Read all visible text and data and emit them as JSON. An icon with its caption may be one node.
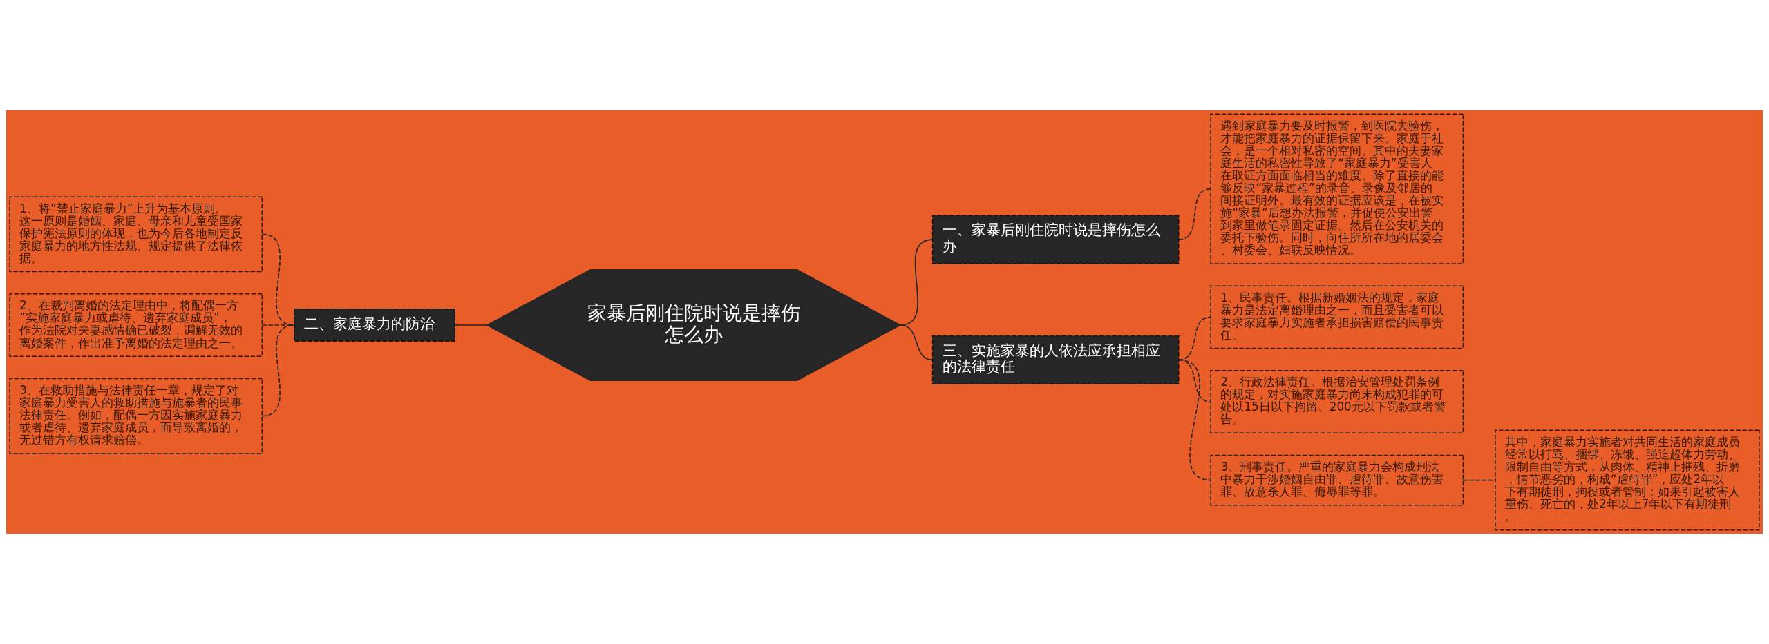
{
  "diagram": {
    "nodes": [
      {
        "text": [
          "家暴后刚住院时说是摔伤怎么办"
        ]
      },
      {
        "text": [
          "一、家暴后刚住院时说是摔伤怎么办"
        ]
      },
      {
        "text": [
          "遇到家庭暴力要及时报警，到医院去验伤，才能把家庭暴力的证据保留下来。家庭于社会，是一个相对私密的空间。其中的夫妻家庭生活的私密性导致了“家庭暴力”受害人在取证方面面临相当的难度。除了直接的能够反映“家暴过程”的录音、录像及邻居的间接证明外。最有效的证据应该是，在被实施“家暴”后想办法报警，并促使公安出警到家里做笔录固定证据。然后在公安机关的委托下验伤。同时，向住所所在地的居委会、村委会、妇联反映情况。"
        ]
      },
      {
        "text": [
          "二、家庭暴力的防治"
        ]
      },
      {
        "text": [
          "1、将“禁止家庭暴力”上升为基本原则。这一原则是婚姻、家庭、母亲和儿童受国家保护宪法原则的体现，也为今后各地制定反家庭暴力的地方性法规、规定提供了法律依据。"
        ]
      },
      {
        "text": [
          "2、在裁判离婚的法定理由中，将配偶一方”实施家庭暴力或虐待、遗弃家庭成员”，作为法院对夫妻感情确已破裂，调解无效的离婚案件，作出准予离婚的法定理由之一。"
        ]
      },
      {
        "text": [
          "3、在救助措施与法律责任一章，规定了对家庭暴力受害人的救助措施与施暴者的民事法律责任。例如，配偶一方因实施家庭暴力或者虐待、遗弃家庭成员，而导致离婚的，无过错方有权请求赔偿。"
        ]
      },
      {
        "text": [
          "三、实施家暴的人依法应承担相应的法律责任"
        ]
      },
      {
        "text": [
          "1、民事责任。根据新婚姻法的规定，家庭暴力是法定离婚理由之一，而且受害者可以要求家庭暴力实施者承担损害赔偿的民事责任。"
        ]
      },
      {
        "text": [
          "2、行政法律责任。根据治安管理处罚条例的规定，对实施家庭暴力尚末构成犯罪的可处以15日以下拘留、200元以下罚款或者警告。"
        ]
      },
      {
        "text": [
          "3、刑事责任。严重的家庭暴力会构成刑法中暴力干涉婚姻自由罪、虐待罪、故意伤害罪、故意杀人罪、侮辱罪等罪。"
        ]
      },
      {
        "text": [
          "其中，家庭暴力实施者对共同生活的家庭成员经常以打骂、捆绑、冻饿、强迫超体力劳动、限制自由等方式，从肉体、精神上摧残、折磨，情节恶劣的，构成“虐待罪”，应处2年以下有期徒刑，拘役或者管制；如果引起被害人重伤、死亡的，处2年以上7年以下有期徒刑。"
        ]
      }
    ],
    "edges": [
      {
        "from": 0,
        "to": 1,
        "arrow": "none"
      },
      {
        "from": 1,
        "to": 2,
        "arrow": "none",
        "style": "dashed"
      },
      {
        "from": 3,
        "to": 0,
        "arrow": "none"
      },
      {
        "from": 4,
        "to": 3,
        "arrow": "none",
        "style": "dashed"
      },
      {
        "from": 5,
        "to": 3,
        "arrow": "none",
        "style": "dashed"
      },
      {
        "from": 6,
        "to": 3,
        "arrow": "none",
        "style": "dashed"
      },
      {
        "from": 0,
        "to": 7,
        "arrow": "none"
      },
      {
        "from": 7,
        "to": 8,
        "arrow": "none",
        "style": "dashed"
      },
      {
        "from": 7,
        "to": 9,
        "arrow": "none",
        "style": "dashed"
      },
      {
        "from": 7,
        "to": 10,
        "arrow": "none",
        "style": "dashed"
      },
      {
        "from": 10,
        "to": 11,
        "arrow": "none",
        "style": "dashed"
      }
    ]
  }
}
